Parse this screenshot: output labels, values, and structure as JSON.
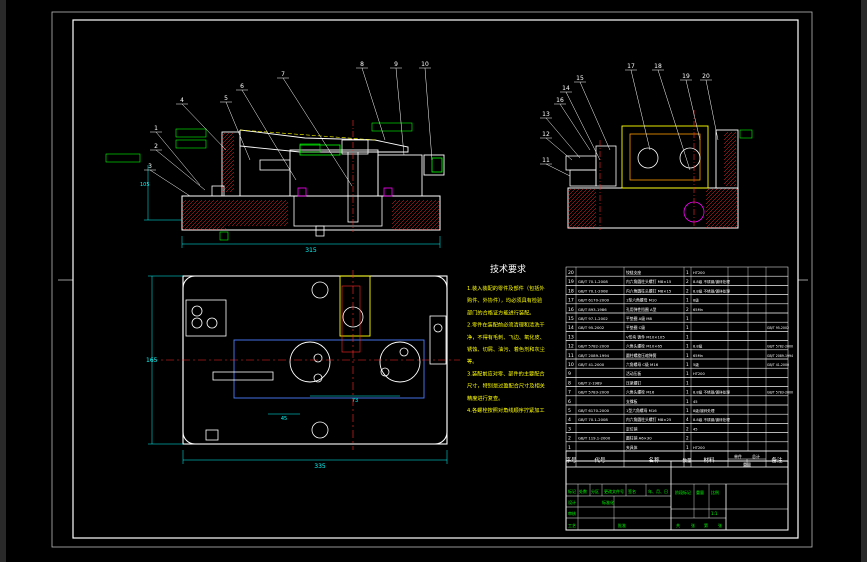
{
  "drawing": {
    "tech_title": "技术要求",
    "tech_lines": [
      "1.装入装配的零件及部件（包括外",
      "购件、外协件），均必须具有检验",
      "部门的合格证方能进行装配。",
      "2.零件在装配前必须清理和清洗干",
      "净，不得有毛刺、飞边、氧化皮、",
      "锈蚀、切屑、油污、着色剂和灰尘",
      "等。",
      "3.装配前应对零、部件的主要配合",
      "尺寸，特别是过盈配合尺寸及相关",
      "精度进行复查。",
      "4.各螺栓按照对角线顺序拧紧加工"
    ],
    "balloons_left": [
      "1",
      "2",
      "3",
      "4",
      "5",
      "6",
      "7",
      "8",
      "9",
      "10"
    ],
    "balloons_right": [
      "11",
      "12",
      "13",
      "14",
      "15",
      "16",
      "17",
      "18",
      "19",
      "20"
    ],
    "dims": {
      "front_width": "315",
      "plan_height": "165",
      "plan_width": "335",
      "plan_inner": "73",
      "plan_small": "45",
      "front_height": "105"
    },
    "bom_header": {
      "seq": "序号",
      "code": "代号",
      "name": "名称",
      "qty": "数量",
      "material": "材料",
      "unit_wt": "单件",
      "total_wt": "总计",
      "weight": "重量",
      "note": "备注"
    },
    "bom_rows": [
      {
        "no": "20",
        "code": "",
        "name": "铰链支座",
        "qty": "1",
        "mat": "HT200",
        "note": ""
      },
      {
        "no": "19",
        "code": "GB/T 70.1-2008",
        "name": "内六角圆柱头螺钉 M8×15",
        "qty": "2",
        "mat": "8.8级 不锈钢/镀锌处理",
        "note": ""
      },
      {
        "no": "18",
        "code": "GB/T 70.1-2008",
        "name": "内六角圆柱头螺钉 M8×15",
        "qty": "2",
        "mat": "8.8级 不锈钢/镀锌处理",
        "note": ""
      },
      {
        "no": "17",
        "code": "GB/T 6170-2000",
        "name": "1型六角螺母 M10",
        "qty": "1",
        "mat": "8级",
        "note": ""
      },
      {
        "no": "16",
        "code": "GB/T 893-1986",
        "name": "孔用弹性挡圈 A型",
        "qty": "2",
        "mat": "65Mn",
        "note": ""
      },
      {
        "no": "15",
        "code": "GB/T 97.1-2002",
        "name": "平垫圈 A级 M8",
        "qty": "1",
        "mat": "",
        "note": ""
      },
      {
        "no": "14",
        "code": "GB/T 95-2002",
        "name": "平垫圈 C级",
        "qty": "1",
        "mat": "",
        "note": "GB/T 95-2002"
      },
      {
        "no": "13",
        "code": "",
        "name": "V形块 铸件 M10×105",
        "qty": "1",
        "mat": "",
        "note": ""
      },
      {
        "no": "12",
        "code": "GB/T 5782-2000",
        "name": "六角头螺栓 M10×65",
        "qty": "1",
        "mat": "8.8级",
        "note": "GB/T 5782-2000"
      },
      {
        "no": "11",
        "code": "GB/T 2089-1994",
        "name": "圆柱螺旋压缩弹簧",
        "qty": "1",
        "mat": "65Mn",
        "note": "GB/T 2089-1994"
      },
      {
        "no": "10",
        "code": "GB/T 41-2000",
        "name": "六角螺母 C级 M16",
        "qty": "1",
        "mat": "5级",
        "note": "GB/T 41-2000"
      },
      {
        "no": "9",
        "code": "",
        "name": "活动压板",
        "qty": "1",
        "mat": "HT200",
        "note": ""
      },
      {
        "no": "8",
        "code": "GB/T 2-1989",
        "name": "压紧螺钉",
        "qty": "1",
        "mat": "",
        "note": ""
      },
      {
        "no": "7",
        "code": "GB/T 5783-2000",
        "name": "六角头螺栓 M16",
        "qty": "1",
        "mat": "8.8级 不锈钢/镀锌处理",
        "note": "GB/T 5783-2000"
      },
      {
        "no": "6",
        "code": "",
        "name": "支撑板",
        "qty": "1",
        "mat": "45",
        "note": ""
      },
      {
        "no": "5",
        "code": "GB/T 6170-2000",
        "name": "1型六角螺母 M16",
        "qty": "1",
        "mat": "8级/镀锌处理",
        "note": ""
      },
      {
        "no": "4",
        "code": "GB/T 70.1-2008",
        "name": "内六角圆柱头螺钉 M8×25",
        "qty": "4",
        "mat": "8.8级 不锈钢/镀锌处理",
        "note": ""
      },
      {
        "no": "3",
        "code": "",
        "name": "定位销",
        "qty": "2",
        "mat": "45",
        "note": ""
      },
      {
        "no": "2",
        "code": "GB/T 119.1-2000",
        "name": "圆柱销 A6×30",
        "qty": "2",
        "mat": "",
        "note": ""
      },
      {
        "no": "1",
        "code": "",
        "name": "夹具体",
        "qty": "1",
        "mat": "HT200",
        "note": ""
      }
    ],
    "title_block": {
      "mark": "标记",
      "count": "处数",
      "zone": "分区",
      "change_doc": "更改文件号",
      "sign": "签名",
      "date": "年、月、日",
      "design": "设计",
      "standard": "标准化",
      "review": "审核",
      "process": "工艺",
      "approve": "批准",
      "stage_mark": "阶段标记",
      "weight": "重量",
      "scale": "比例",
      "scale_value": "1:1",
      "sheet_total": "共",
      "sheet_unit": "张",
      "sheet_no": "第",
      "sheet_no_unit": "张"
    }
  }
}
